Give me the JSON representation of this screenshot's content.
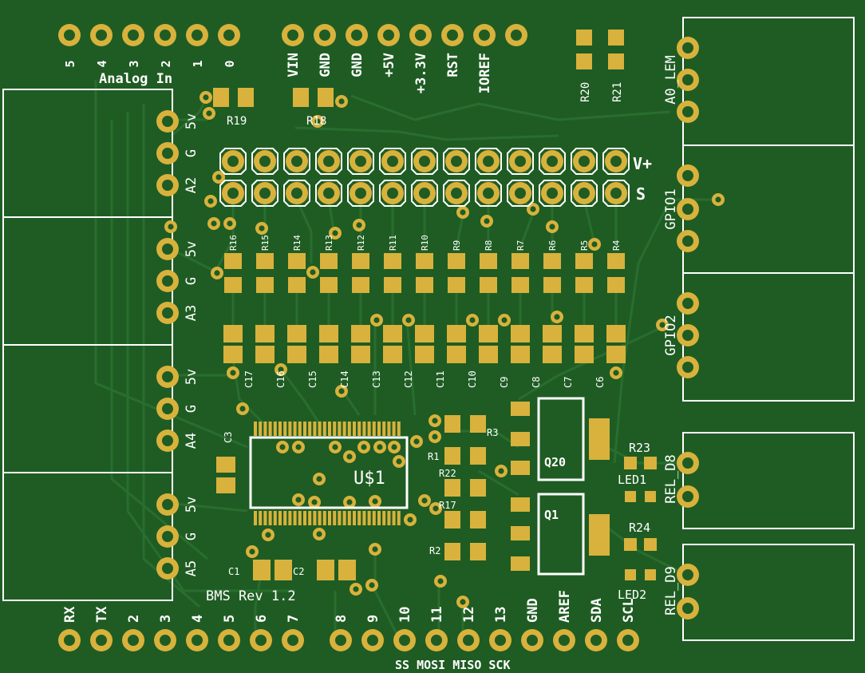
{
  "board": {
    "title": "BMS  Rev 1.2",
    "colors": {
      "substrate": "#1f5c23",
      "trace": "#2d7a32",
      "trace_dark": "#174a1b",
      "copper": "#d8b23c",
      "silk": "#ffffff",
      "hole": "#1f5c23"
    }
  },
  "headers": {
    "top_analog": {
      "pins": [
        "5",
        "4",
        "3",
        "2",
        "1",
        "0"
      ],
      "title": "Analog In"
    },
    "top_power": {
      "pins": [
        "VIN",
        "GND",
        "GND",
        "+5V",
        "+3.3V",
        "RST",
        "IOREF"
      ]
    },
    "bottom_digital": {
      "pins": [
        "RX",
        "TX",
        "2",
        "3",
        "4",
        "5",
        "6",
        "7",
        "8",
        "9",
        "10",
        "11",
        "12",
        "13",
        "GND",
        "AREF",
        "SDA",
        "SCL"
      ]
    },
    "spi_labels": "SS MOSI MISO SCK"
  },
  "left_connectors": [
    {
      "labels": [
        "5v",
        "G",
        "A2"
      ]
    },
    {
      "labels": [
        "5v",
        "G",
        "A3"
      ]
    },
    {
      "labels": [
        "5v",
        "G",
        "A4"
      ]
    },
    {
      "labels": [
        "5v",
        "G",
        "A5"
      ]
    }
  ],
  "right_connectors": [
    {
      "label": "A0_LEM"
    },
    {
      "label": "GPIO1"
    },
    {
      "label": "GPIO2"
    },
    {
      "label": "REL_D8"
    },
    {
      "label": "REL_D9"
    }
  ],
  "pin_row_labels": {
    "top": "V+",
    "bottom": "S"
  },
  "resistors_top": [
    "R20",
    "R21"
  ],
  "resistors_upper": [
    "R19",
    "R18"
  ],
  "resistor_row": [
    "R16",
    "R15",
    "R14",
    "R13",
    "R12",
    "R11",
    "R10",
    "R9",
    "R8",
    "R7",
    "R6",
    "R5",
    "R4"
  ],
  "capacitor_row": [
    "C17",
    "C16",
    "C15",
    "C14",
    "C13",
    "C12",
    "C11",
    "C10",
    "C9",
    "C8",
    "C7",
    "C6"
  ],
  "ic": {
    "label": "U$1"
  },
  "misc_labels": {
    "c3": "C3",
    "r1": "R1",
    "r3": "R3",
    "r22": "R22",
    "r17": "R17",
    "r2": "R2",
    "q20": "Q20",
    "q1": "Q1",
    "r23": "R23",
    "r24": "R24",
    "led1": "LED1",
    "led2": "LED2",
    "c1": "C1",
    "c2": "C2"
  }
}
